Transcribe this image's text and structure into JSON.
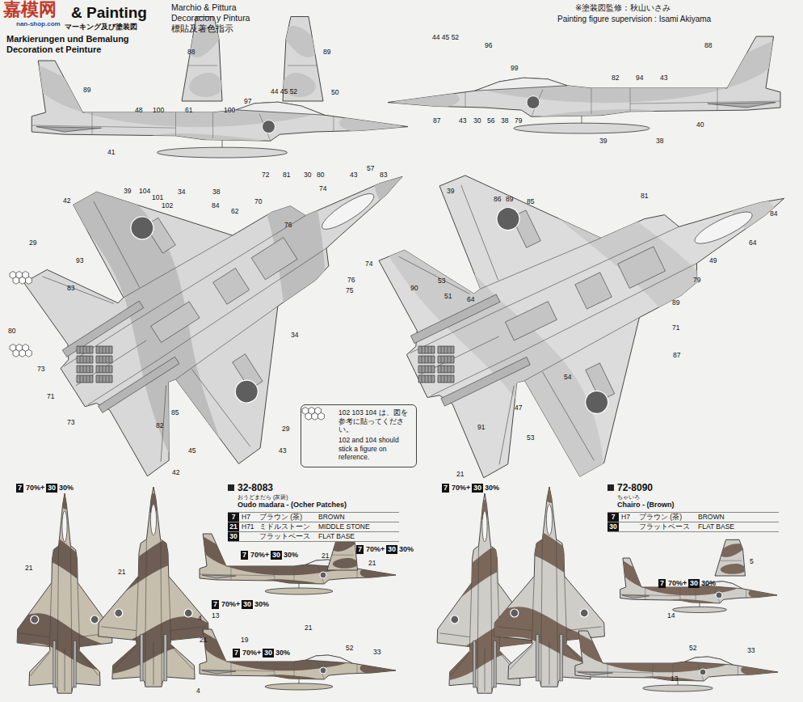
{
  "diagram": {
    "title": "& Painting",
    "nodes": [
      {
        "text": [
          "32-8083",
          "おうどまだら (灰斑)",
          "Oudo madara - (Ocher Patches)"
        ]
      },
      {
        "text": [
          "7",
          "H7",
          "ブラウン (茶)",
          "BROWN"
        ],
        "in": 0
      },
      {
        "text": [
          "21",
          "H71",
          "ミドルストーン",
          "MIDDLE STONE"
        ],
        "in": 0
      },
      {
        "text": [
          "30",
          "フラットベース",
          "FLAT BASE"
        ],
        "in": 0
      },
      {
        "text": [
          "72-8090",
          "ちゃいろ",
          "Chairo - (Brown)"
        ]
      },
      {
        "text": [
          "7",
          "H7",
          "ブラウン (茶)",
          "BROWN"
        ],
        "in": 4
      },
      {
        "text": [
          "30",
          "フラットベース",
          "FLAT BASE"
        ],
        "in": 4
      },
      {
        "text": [
          "102 103 104 は、図を参考に貼ってください。",
          "102 and 104 should stick a figure on reference."
        ]
      }
    ],
    "labels": [
      "嘉模网",
      "nan-shop.com",
      "マーキング及び塗装図",
      "Markierungen und Bemalung",
      "Decoration et Peinture",
      "Marchio & Pittura",
      "Decoracion y Pintura",
      "標貼及著色指示",
      "※塗装図監修：秋山いさみ",
      "Painting figure supervision : Isami Akiyama",
      "88",
      "89",
      "89",
      "41",
      "48",
      "100",
      "61",
      "100",
      "97",
      "44 45 52",
      "50",
      "72",
      "81",
      "30",
      "80",
      "43",
      "57",
      "83",
      "38",
      "34",
      "44 45 52",
      "96",
      "99",
      "82",
      "94",
      "43",
      "88",
      "87",
      "43",
      "30",
      "56",
      "38",
      "79",
      "39",
      "38",
      "40",
      "39",
      "104",
      "101",
      "102",
      "42",
      "70",
      "74",
      "84",
      "62",
      "76",
      "29",
      "93",
      "74",
      "76",
      "75",
      "34",
      "83",
      "80",
      "73",
      "71",
      "73",
      "82",
      "85",
      "45",
      "42",
      "29",
      "43",
      "39",
      "86",
      "89",
      "85",
      "81",
      "84",
      "64",
      "49",
      "79",
      "89",
      "71",
      "90",
      "53",
      "51",
      "64",
      "87",
      "54",
      "47",
      "91",
      "53",
      "21",
      "21",
      "21",
      "21",
      "13",
      "4",
      "21",
      "21",
      "19",
      "52",
      "33",
      "4",
      "21",
      "5",
      "14",
      "52",
      "33",
      "13",
      "7",
      "70%+",
      "30",
      "30%",
      "7",
      "70%+",
      "30",
      "30%",
      "7",
      "70%+",
      "30",
      "30%",
      "7",
      "70%+",
      "30",
      "30%",
      "7",
      "70%+",
      "30",
      "30%",
      "7",
      "70%+",
      "30",
      "30%",
      "7",
      "70%+",
      "30",
      "30%"
    ]
  }
}
